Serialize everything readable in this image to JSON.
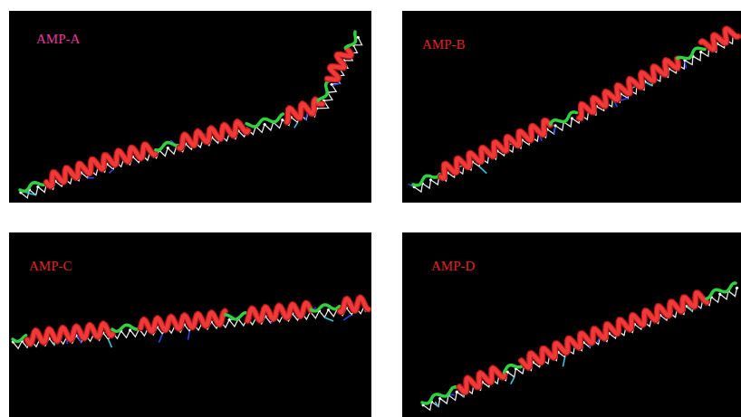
{
  "diagram": {
    "nodes": [
      {
        "text": [
          "AMP-A"
        ]
      },
      {
        "text": [
          "AMP-B"
        ]
      },
      {
        "text": [
          "AMP-C"
        ]
      },
      {
        "text": [
          "AMP-D"
        ]
      }
    ]
  }
}
